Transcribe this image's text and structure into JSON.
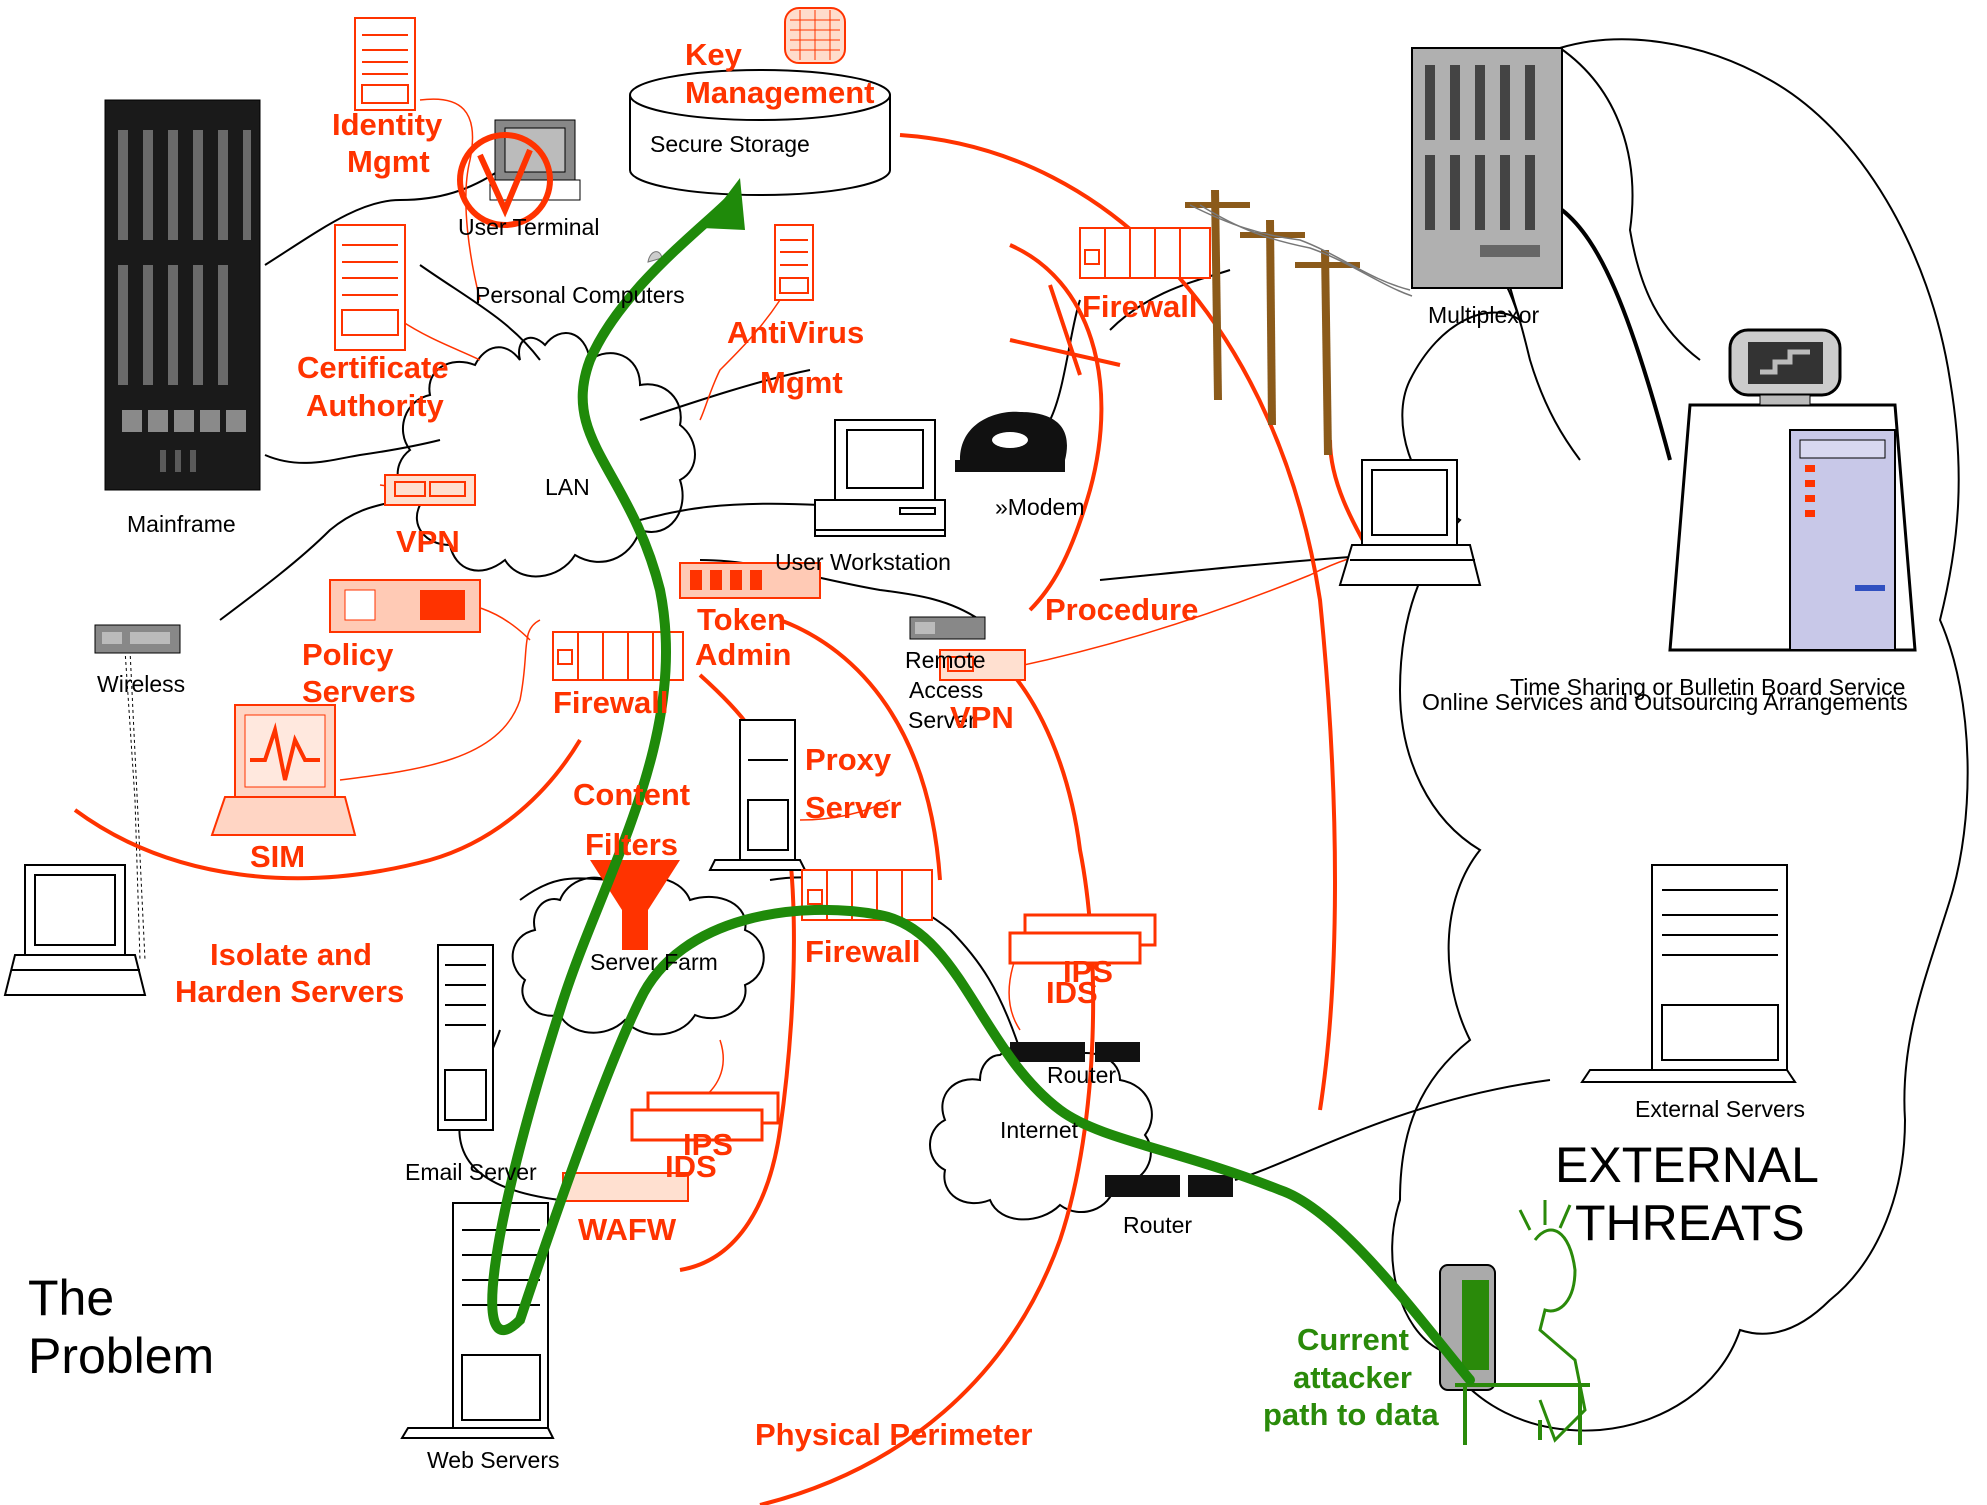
{
  "colors": {
    "control_red": "#ff3300",
    "attacker_green": "#1f8a0a",
    "line_black": "#000000",
    "background": "#ffffff"
  },
  "labels": {
    "key_management": [
      "Key",
      "Management"
    ],
    "secure_storage": "Secure Storage",
    "identity_mgmt": [
      "Identity",
      "Mgmt"
    ],
    "user_terminal": "User Terminal",
    "personal_computers": "Personal Computers",
    "certificate_authority": [
      "Certificate",
      "Authority"
    ],
    "mainframe": "Mainframe",
    "lan": "LAN",
    "vpn_left": "VPN",
    "antivirus_mgmt": [
      "AntiVirus",
      "Mgmt"
    ],
    "firewall_top": "Firewall",
    "multiplexor": "Multiplexor",
    "modem": "»Modem",
    "user_workstation": "User Workstation",
    "procedure": "Procedure",
    "token_admin": [
      "Token",
      "Admin"
    ],
    "policy_servers": [
      "Policy",
      "Servers"
    ],
    "wireless": "Wireless",
    "firewall_mid": "Firewall",
    "remote_access_server": [
      "Remote",
      "Access",
      "Server"
    ],
    "vpn_right": "VPN",
    "time_sharing": "Time Sharing or Bulletin Board Service",
    "online_services": "Online Services and Outsourcing Arrangements",
    "sim": "SIM",
    "content_filters": [
      "Content",
      "Filters"
    ],
    "proxy_server": [
      "Proxy",
      "Server"
    ],
    "isolate_harden": [
      "Isolate and",
      "Harden Servers"
    ],
    "server_farm": "Server Farm",
    "firewall_low": "Firewall",
    "ips_right": "IPS",
    "ids_right": "IDS",
    "router_top": "Router",
    "internet": "Internet",
    "email_server": "Email Server",
    "ips_left": "IPS",
    "ids_left": "IDS",
    "wafw": "WAFW",
    "router_bottom": "Router",
    "external_servers": "External  Servers",
    "external_threats": [
      "EXTERNAL",
      "THREATS"
    ],
    "the_problem": [
      "The",
      "Problem"
    ],
    "current_attacker": [
      "Current",
      "attacker",
      "path to data"
    ],
    "web_servers": "Web Servers",
    "physical_perimeter": "Physical Perimeter"
  }
}
